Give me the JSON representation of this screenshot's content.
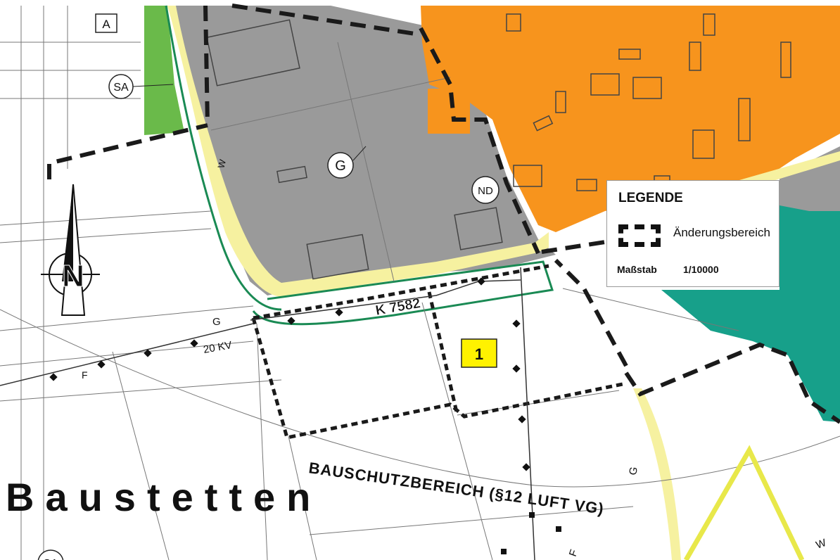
{
  "map": {
    "place_name": "Baustetten",
    "road_label": "K 7582",
    "protection_label": "BAUSCHUTZBEREICH (§12 LUFT VG)",
    "area_number": "1",
    "power_line_label": "20 KV",
    "north_letter": "N",
    "zone_labels": {
      "sa_top": "SA",
      "a_top": "A",
      "g_center": "G",
      "nd": "ND",
      "sa_bottom": "SA"
    },
    "line_letters": {
      "g_west": "G",
      "g_east": "G",
      "w_east": "W",
      "f_west": "F",
      "f_south": "F",
      "w_north": "W"
    }
  },
  "legend": {
    "title": "LEGENDE",
    "item_label": "Änderungsbereich",
    "scale_label": "Maßstab",
    "scale_value": "1/10000"
  },
  "colors": {
    "gray_zone": "#9a9a9a",
    "orange_zone": "#f7941d",
    "teal_zone": "#17a08a",
    "green_strip": "#6aba4a",
    "yellow_road": "#f6f1a0",
    "area_badge": "#fff200",
    "boundary": "#1a1a1a"
  }
}
